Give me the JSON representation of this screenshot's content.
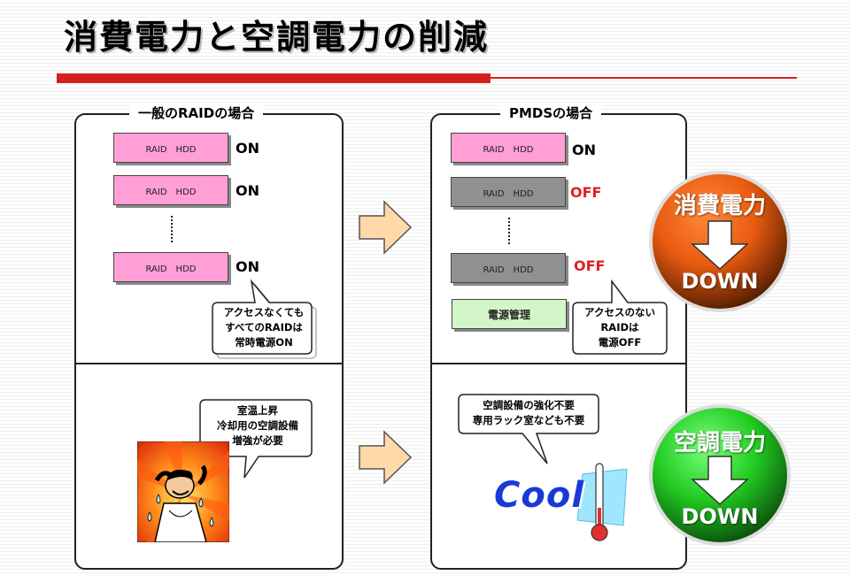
{
  "title": "消費電力と空調電力の削減",
  "left_panel": {
    "title": "一般のRAIDの場合",
    "drives": [
      {
        "label": "RAID　HDD",
        "state": "ON"
      },
      {
        "label": "RAID　HDD",
        "state": "ON"
      },
      {
        "label": "RAID　HDD",
        "state": "ON"
      }
    ],
    "callout": "アクセスなくても\nすべてのRAIDは\n常時電源ON",
    "heat_callout": "室温上昇\n冷却用の空調設備\n増強が必要"
  },
  "right_panel": {
    "title": "PMDSの場合",
    "drives": [
      {
        "label": "RAID　HDD",
        "state": "ON"
      },
      {
        "label": "RAID　HDD",
        "state": "OFF"
      },
      {
        "label": "RAID　HDD",
        "state": "OFF"
      }
    ],
    "power_mgmt": "電源管理",
    "callout": "アクセスのない\nRAIDは\n電源OFF",
    "cool_callout": "空調設備の強化不要\n専用ラック室なども不要",
    "cool_text": "Cool"
  },
  "badges": {
    "power": {
      "label": "消費電力",
      "sub": "DOWN"
    },
    "aircon": {
      "label": "空調電力",
      "sub": "DOWN"
    }
  },
  "colors": {
    "title_rule": "#d42020",
    "pink_hdd": "#ff9fd6",
    "gray_hdd": "#909090",
    "off_text": "#e02020",
    "arrow_fill": "#ffd9a8",
    "power_circle": "#e85a10",
    "aircon_circle": "#22cc22"
  }
}
